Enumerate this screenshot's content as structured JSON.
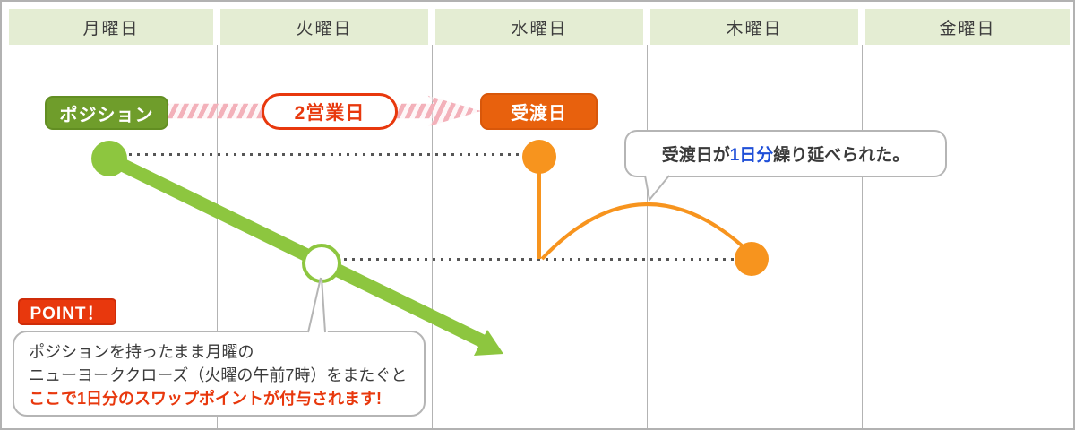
{
  "columns": [
    "月曜日",
    "火曜日",
    "水曜日",
    "木曜日",
    "金曜日"
  ],
  "flow": {
    "position_badge": "ポジション",
    "business_days_badge": "2営業日",
    "delivery_badge": "受渡日"
  },
  "callouts": {
    "delivery_note": {
      "prefix": "受渡日が",
      "highlight": "1日分",
      "suffix": "繰り延べられた。"
    },
    "point_label": "POINT！",
    "point_note": {
      "line1": "ポジションを持ったまま月曜の",
      "line2": "ニューヨーククローズ（火曜の午前7時）をまたぐと",
      "line3": "ここで1日分のスワップポイントが付与されます!"
    }
  },
  "colors": {
    "header_bg": "#e4edd3",
    "position_green": "#6f9d2b",
    "arrow_green": "#8dc63f",
    "orange_bright": "#f7941e",
    "orange_dark": "#e8610d",
    "red": "#e8380d",
    "blue_highlight": "#1f4fd8",
    "pink_stripe": "#f3b1ba",
    "bubble_border": "#b5b5b5",
    "grid_line": "#b3b3b3"
  }
}
